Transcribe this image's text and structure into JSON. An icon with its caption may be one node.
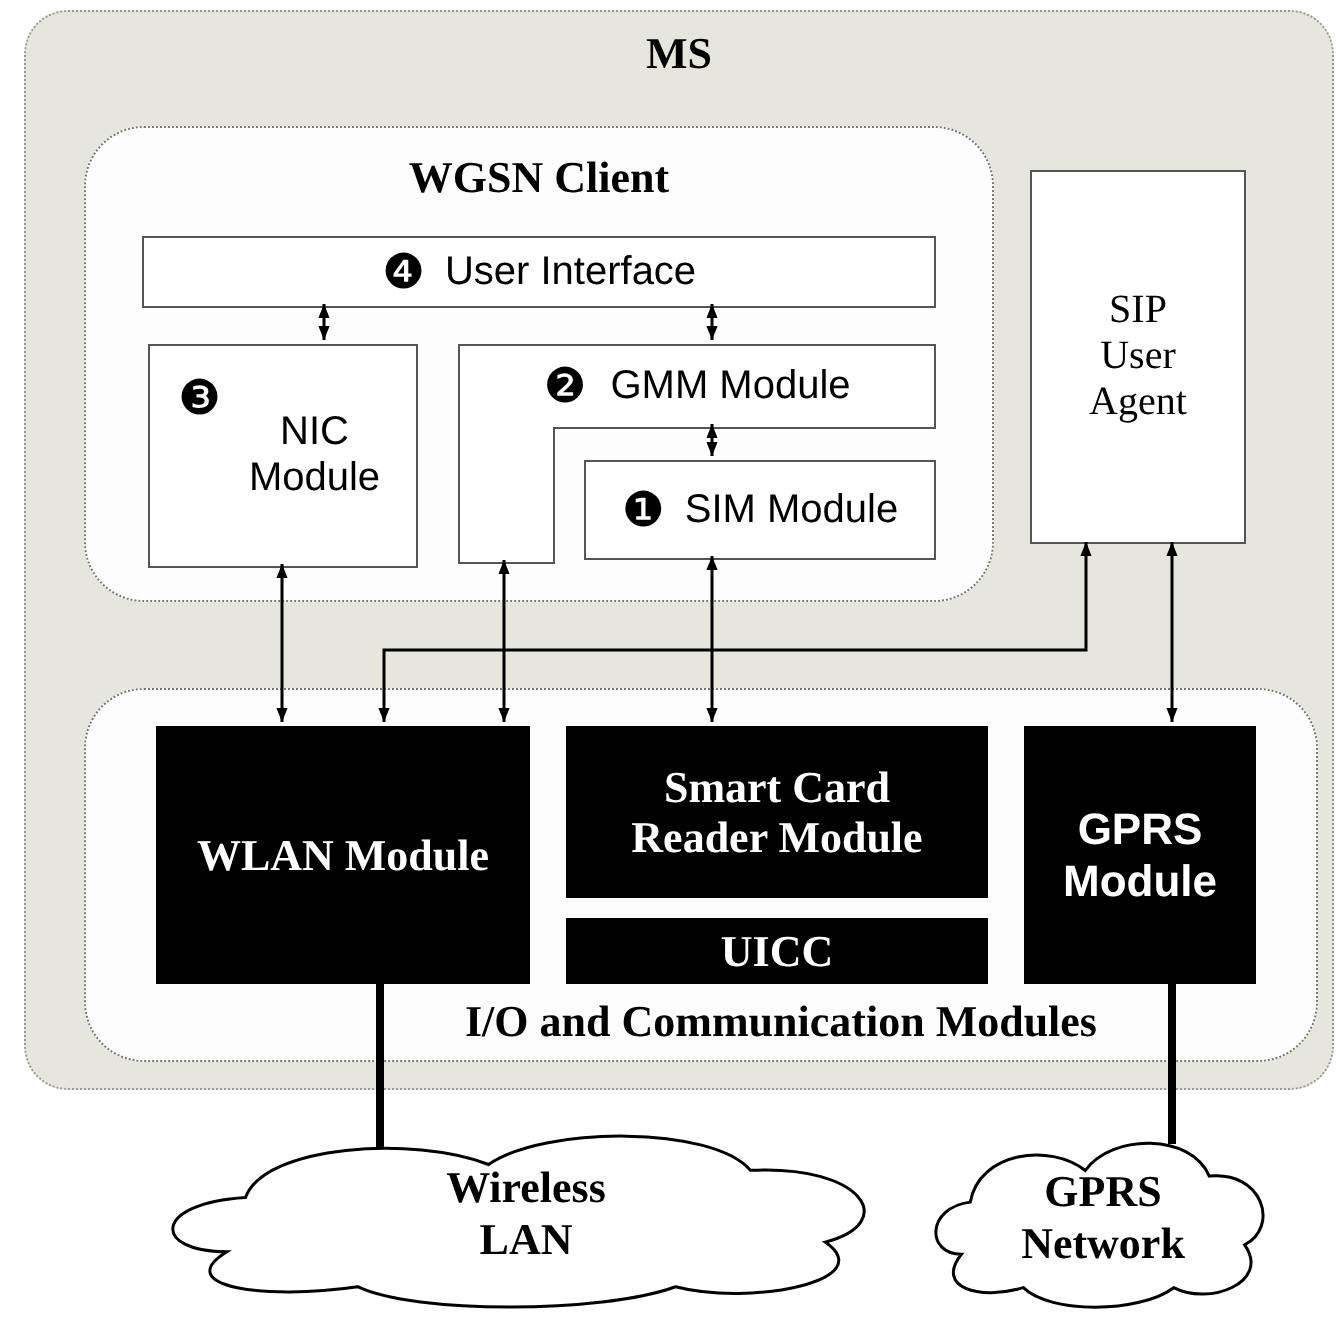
{
  "diagram": {
    "nodes": [
      {
        "text": [
          "MS"
        ]
      },
      {
        "text": [
          "WGSN Client"
        ],
        "in": 0
      },
      {
        "text": [
          "❹",
          "User Interface"
        ],
        "in": 1
      },
      {
        "text": [
          "❸",
          "NIC Module"
        ],
        "in": 1
      },
      {
        "text": [
          "❷",
          "GMM Module"
        ],
        "in": 1
      },
      {
        "text": [
          "❶",
          "SIM Module"
        ],
        "in": 1
      },
      {
        "text": [
          "SIP User Agent"
        ],
        "in": 0
      },
      {
        "text": [
          "I/O and Communication Modules"
        ],
        "in": 0
      },
      {
        "text": [
          "WLAN Module"
        ],
        "in": 7
      },
      {
        "text": [
          "Smart Card Reader Module"
        ],
        "in": 7
      },
      {
        "text": [
          "UICC"
        ],
        "in": 7
      },
      {
        "text": [
          "GPRS Module"
        ],
        "in": 7
      },
      {
        "text": [
          "Wireless LAN"
        ]
      },
      {
        "text": [
          "GPRS Network"
        ]
      }
    ],
    "edges": [
      {
        "from": 2,
        "to": 3,
        "arrow": "both"
      },
      {
        "from": 2,
        "to": 4,
        "arrow": "both"
      },
      {
        "from": 4,
        "to": 5,
        "arrow": "both"
      },
      {
        "from": 3,
        "to": 8,
        "arrow": "both"
      },
      {
        "from": 4,
        "to": 8,
        "arrow": "both"
      },
      {
        "from": 5,
        "to": 9,
        "arrow": "both"
      },
      {
        "from": 6,
        "to": 8,
        "arrow": "both"
      },
      {
        "from": 6,
        "to": 11,
        "arrow": "both"
      },
      {
        "from": 8,
        "to": 12,
        "arrow": "none",
        "style": "thick"
      },
      {
        "from": 11,
        "to": 13,
        "arrow": "none",
        "style": "thick"
      }
    ]
  }
}
